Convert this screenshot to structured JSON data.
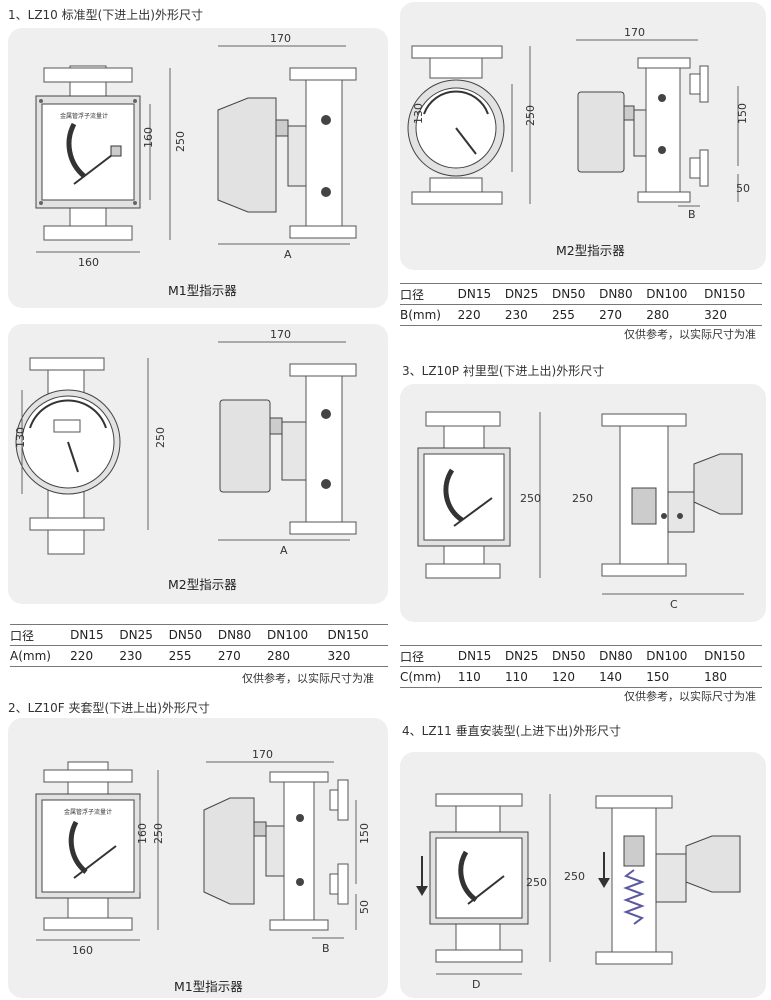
{
  "sections": {
    "s1_title": "1、LZ10 标准型(下进上出)外形尺寸",
    "s2_title": "2、LZ10F 夹套型(下进上出)外形尺寸",
    "s3_title": "3、LZ10P  衬里型(下进上出)外形尺寸",
    "s4_title": "4、LZ11 垂直安装型(上进下出)外形尺寸"
  },
  "captions": {
    "m1": "M1型指示器",
    "m2": "M2型指示器"
  },
  "dims": {
    "d170": "170",
    "d160": "160",
    "d250": "250",
    "d130": "130",
    "d150": "150",
    "d50": "50",
    "A": "A",
    "B": "B",
    "C": "C",
    "D": "D"
  },
  "table_headers": [
    "口径",
    "DN15",
    "DN25",
    "DN50",
    "DN80",
    "DN100",
    "DN150"
  ],
  "table_A": [
    "A(mm)",
    "220",
    "230",
    "255",
    "270",
    "280",
    "320"
  ],
  "table_B": [
    "B(mm)",
    "220",
    "230",
    "255",
    "270",
    "280",
    "320"
  ],
  "table_C": [
    "C(mm)",
    "110",
    "110",
    "120",
    "140",
    "150",
    "180"
  ],
  "note": "仅供参考，以实际尺寸为准",
  "colors": {
    "panel": "#efeff0",
    "line": "#555555",
    "housing": "#e4e4e4",
    "dark": "#333333"
  }
}
